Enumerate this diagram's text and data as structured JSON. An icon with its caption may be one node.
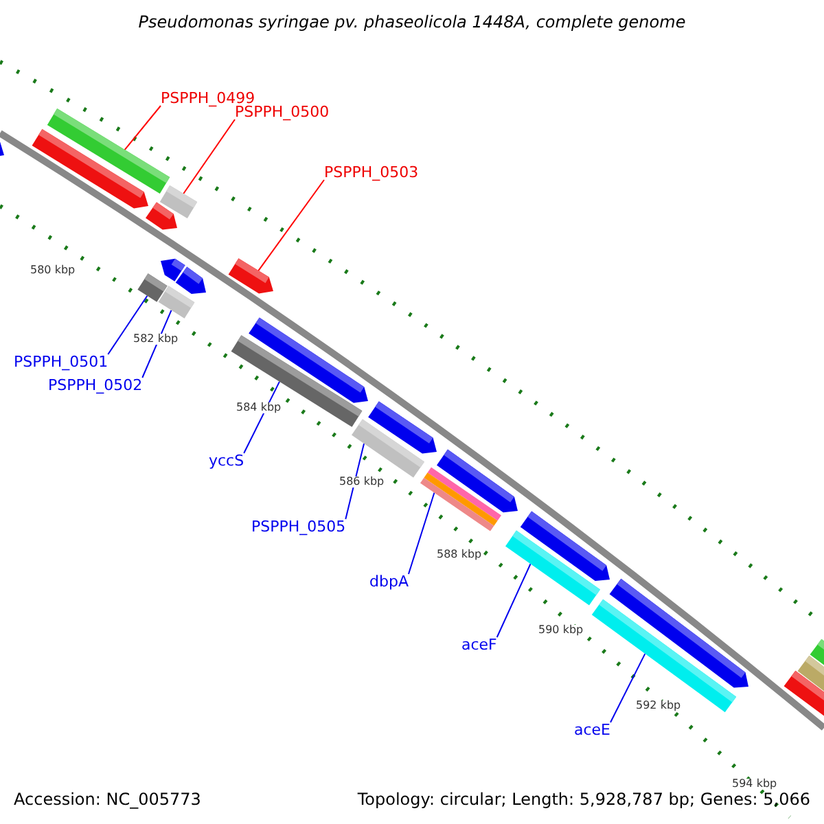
{
  "diagram": {
    "title": "Pseudomonas syringae pv. phaseolicola 1448A, complete genome",
    "nodes": [
      {
        "text": [
          "PSPPH_0499"
        ]
      },
      {
        "text": [
          "PSPPH_0500"
        ]
      },
      {
        "text": [
          "PSPPH_0503"
        ]
      },
      {
        "text": [
          "PSPPH_0501"
        ]
      },
      {
        "text": [
          "PSPPH_0502"
        ]
      },
      {
        "text": [
          "yccS"
        ]
      },
      {
        "text": [
          "PSPPH_0505"
        ]
      },
      {
        "text": [
          "dbpA"
        ]
      },
      {
        "text": [
          "aceF"
        ]
      },
      {
        "text": [
          "aceE"
        ]
      },
      {
        "text": [],
        "shape": "bar"
      },
      {
        "text": [],
        "shape": "bar"
      },
      {
        "text": [],
        "shape": "arrow"
      },
      {
        "text": [],
        "shape": "bar"
      },
      {
        "text": [],
        "shape": "bar"
      },
      {
        "text": [],
        "shape": "bar"
      },
      {
        "text": [],
        "shape": "bar"
      },
      {
        "text": [],
        "shape": "bar"
      },
      {
        "text": [],
        "shape": "bar"
      },
      {
        "text": [],
        "shape": "bar"
      },
      {
        "text": [],
        "shape": "arrow"
      },
      {
        "text": [],
        "shape": "arrow"
      },
      {
        "text": [],
        "shape": "arrow"
      },
      {
        "text": [],
        "shape": "arrow"
      },
      {
        "text": [],
        "shape": "arrow"
      },
      {
        "text": [],
        "shape": "arrow"
      },
      {
        "text": [],
        "shape": "arrow"
      },
      {
        "text": [],
        "shape": "arrow"
      },
      {
        "text": [],
        "shape": "arrow"
      },
      {
        "text": [],
        "shape": "arrow"
      },
      {
        "text": [],
        "shape": "bar"
      },
      {
        "text": [],
        "shape": "bar"
      },
      {
        "text": [],
        "shape": "bar"
      }
    ],
    "edges": [
      {
        "from": 0,
        "to": 10,
        "arrow": "none",
        "color": "#ff0000"
      },
      {
        "from": 1,
        "to": 11,
        "arrow": "none",
        "color": "#ff0000"
      },
      {
        "from": 2,
        "to": 12,
        "arrow": "none",
        "color": "#ff0000"
      },
      {
        "from": 3,
        "to": 13,
        "arrow": "none"
      },
      {
        "from": 4,
        "to": 14,
        "arrow": "none"
      },
      {
        "from": 5,
        "to": 15,
        "arrow": "none"
      },
      {
        "from": 6,
        "to": 16,
        "arrow": "none"
      },
      {
        "from": 7,
        "to": 17,
        "arrow": "none"
      },
      {
        "from": 8,
        "to": 18,
        "arrow": "none"
      },
      {
        "from": 9,
        "to": 19,
        "arrow": "none"
      }
    ],
    "labels": [
      "580 kbp",
      "582 kbp",
      "584 kbp",
      "586 kbp",
      "588 kbp",
      "590 kbp",
      "592 kbp",
      "594 kbp",
      "Accession: NC_005773",
      "Topology: circular; Length: 5,928,787 bp; Genes: 5,066"
    ]
  }
}
